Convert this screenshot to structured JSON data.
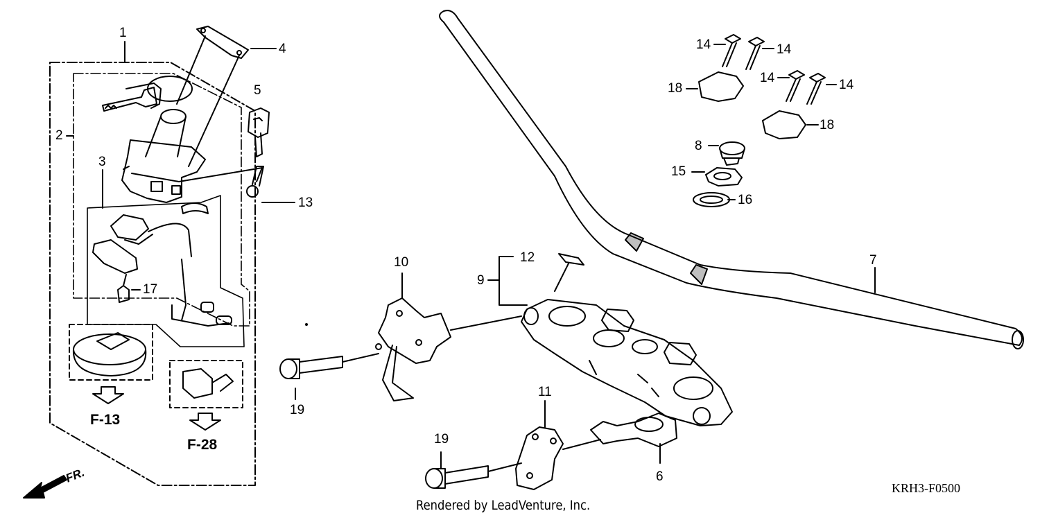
{
  "diagram": {
    "callouts": [
      {
        "id": "c1",
        "text": "1"
      },
      {
        "id": "c2",
        "text": "2"
      },
      {
        "id": "c3",
        "text": "3"
      },
      {
        "id": "c4",
        "text": "4"
      },
      {
        "id": "c5",
        "text": "5"
      },
      {
        "id": "c6",
        "text": "6"
      },
      {
        "id": "c7",
        "text": "7"
      },
      {
        "id": "c8",
        "text": "8"
      },
      {
        "id": "c9",
        "text": "9"
      },
      {
        "id": "c10",
        "text": "10"
      },
      {
        "id": "c11",
        "text": "11"
      },
      {
        "id": "c12",
        "text": "12"
      },
      {
        "id": "c13",
        "text": "13"
      },
      {
        "id": "c14a",
        "text": "14"
      },
      {
        "id": "c14b",
        "text": "14"
      },
      {
        "id": "c14c",
        "text": "14"
      },
      {
        "id": "c14d",
        "text": "14"
      },
      {
        "id": "c15",
        "text": "15"
      },
      {
        "id": "c16",
        "text": "16"
      },
      {
        "id": "c17",
        "text": "17"
      },
      {
        "id": "c18a",
        "text": "18"
      },
      {
        "id": "c18b",
        "text": "18"
      },
      {
        "id": "c19a",
        "text": "19"
      },
      {
        "id": "c19b",
        "text": "19"
      }
    ],
    "refs": {
      "f13": "F-13",
      "f28": "F-28"
    },
    "direction": "FR.",
    "diagram_code": "KRH3-F0500",
    "credit": "Rendered by LeadVenture, Inc."
  }
}
